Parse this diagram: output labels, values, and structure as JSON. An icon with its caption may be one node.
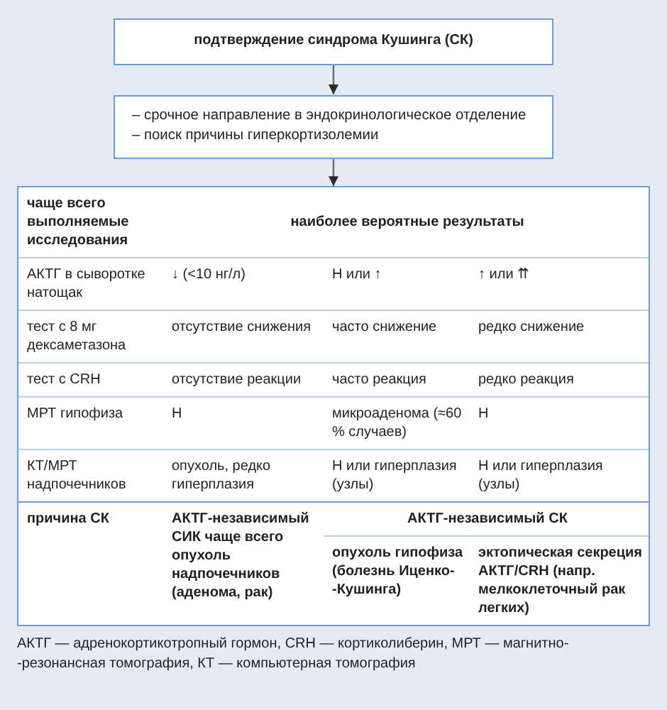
{
  "diagram": {
    "caption": "АКТГ — адренокортикотропный гормон, CRH — кортиколиберин, МРТ — магнитно- -резонансная томография, КТ — компьютерная томография",
    "nodes": [
      {
        "text": [
          "подтверждение синдрома Кушинга (СК)"
        ]
      },
      {
        "text": [
          "– срочное направление в эндокринологическое отделение",
          "– поиск причины гиперкортизолемии"
        ]
      },
      {
        "text": [
          "чаще всего выполняемые исследования",
          "наиболее вероятные результаты",
          "АКТГ в сыворотке натощак",
          "↓ (<10 нг/л)",
          "Н или ↑",
          "↑ или ⇈",
          "тест с 8 мг дексаметазона",
          "отсутствие снижения",
          "часто снижение",
          "редко снижение",
          "тест с CRH",
          "отсутствие реакции",
          "часто реакция",
          "редко реакция",
          "МРТ гипофиза",
          "Н",
          "микроаденома (≈60 % случаев)",
          "Н",
          "КТ/МРТ надпочечников",
          "опухоль, редко гиперплазия",
          "Н или гиперплазия (узлы)",
          "Н или гиперплазия (узлы)",
          "причина СК",
          "АКТГ-независимый СИК чаще всего опухоль надпочечников (аденома, рак)",
          "АКТГ-независимый СК",
          "опухоль гипофиза (болезнь Иценко- -Кушинга)",
          "эктопическая секреция АКТГ/CRH (напр. мелкоклеточный рак легких)"
        ]
      }
    ],
    "edges": [
      {
        "from": 0,
        "to": 1,
        "arrow": "to"
      },
      {
        "from": 1,
        "to": 2,
        "arrow": "to"
      }
    ]
  }
}
